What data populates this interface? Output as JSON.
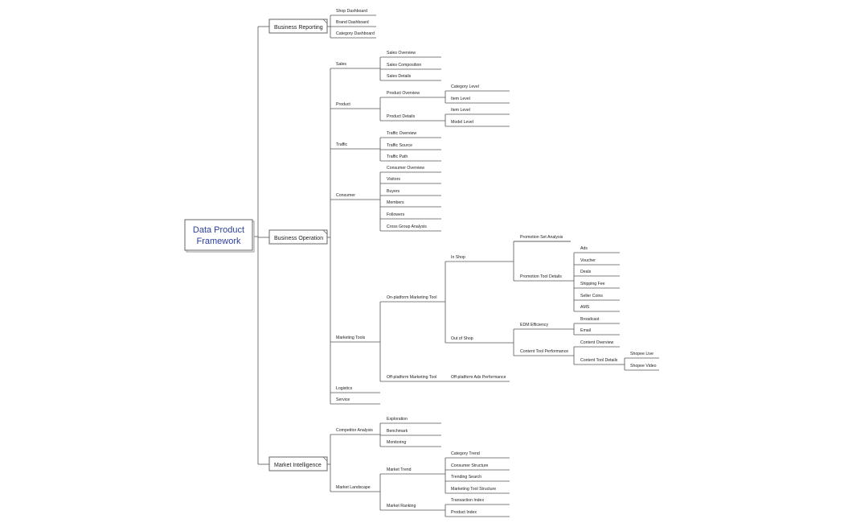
{
  "root": {
    "title_line1": "Data Product",
    "title_line2": "Framework"
  },
  "branches": {
    "business_reporting": {
      "label": "Business Reporting",
      "children": [
        "Shop Dashboard",
        "Brand Dashboard",
        "Category Dashboard"
      ]
    },
    "business_operation": {
      "label": "Business Operation",
      "sales": {
        "label": "Sales",
        "children": [
          "Sales Overview",
          "Sales Composition",
          "Sales Details"
        ]
      },
      "product": {
        "label": "Product",
        "overview": {
          "label": "Product Overview",
          "children": [
            "Category Level",
            "Item Level"
          ]
        },
        "details": {
          "label": "Product Details",
          "children": [
            "Item Level",
            "Model Level"
          ]
        }
      },
      "traffic": {
        "label": "Traffic",
        "children": [
          "Traffic Overview",
          "Traffic Source",
          "Traffic Path"
        ]
      },
      "consumer": {
        "label": "Consumer",
        "children": [
          "Consumer Overview",
          "Visitors",
          "Buyers",
          "Members",
          "Followers",
          "Cross Group Analysis"
        ]
      },
      "marketing": {
        "label": "Marketing Tools",
        "on_platform": {
          "label": "On-platform Marketing Tool",
          "in_shop": {
            "label": "In Shop",
            "promo_set": "Promotion Set Analysis",
            "promo_tool": {
              "label": "Promotion Tool Details",
              "children": [
                "Ads",
                "Voucher",
                "Deals",
                "Shipping Fee",
                "Seller Coins",
                "AMS"
              ]
            }
          },
          "out_shop": {
            "label": "Out of Shop",
            "edm": {
              "label": "EDM Efficiency",
              "children": [
                "Broadcast",
                "Email"
              ]
            },
            "content": {
              "label": "Content Tool Performance",
              "overview": "Content Overview",
              "details": {
                "label": "Content Tool Details",
                "children": [
                  "Shopee Live",
                  "Shopee Video"
                ]
              }
            }
          }
        },
        "off_platform": {
          "label": "Off-platform Marketing Tool",
          "child": "Off-platform Ads Performance"
        }
      },
      "logistics": "Logistics",
      "service": "Service"
    },
    "market_intelligence": {
      "label": "Market Intelligence",
      "competitor": {
        "label": "Competitor Analysis",
        "children": [
          "Exploration",
          "Benchmark",
          "Monitoring"
        ]
      },
      "landscape": {
        "label": "Market Landscape",
        "trend": {
          "label": "Market Trend",
          "children": [
            "Category Trend",
            "Consumer Structure",
            "Trending Search",
            "Marketing Tool Structure"
          ]
        },
        "ranking": {
          "label": "Market Ranking",
          "children": [
            "Transaction Index",
            "Product Index"
          ]
        }
      }
    }
  },
  "colors": {
    "line": "#555555",
    "text": "#222222",
    "root_text": "#2b3f9e",
    "box_border": "#666666"
  }
}
